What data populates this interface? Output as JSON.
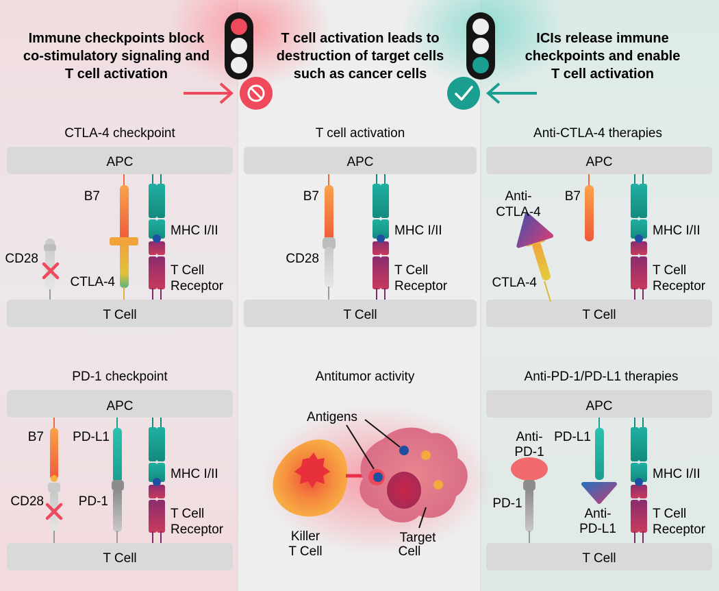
{
  "columns": [
    {
      "heading": [
        "Immune checkpoints block",
        "co-stimulatory signaling and",
        "T cell activation"
      ],
      "panels": [
        {
          "title": "CTLA-4 checkpoint",
          "top_bar": "APC",
          "bottom_bar": "T Cell",
          "labels": {
            "b7": "B7",
            "cd28": "CD28",
            "ctla4": "CTLA-4",
            "mhc": "MHC I/II",
            "tcr": [
              "T Cell",
              "Receptor"
            ]
          }
        },
        {
          "title": "PD-1 checkpoint",
          "top_bar": "APC",
          "bottom_bar": "T Cell",
          "labels": {
            "b7": "B7",
            "pdl1": "PD-L1",
            "cd28": "CD28",
            "pd1": "PD-1",
            "mhc": "MHC I/II",
            "tcr": [
              "T Cell",
              "Receptor"
            ]
          }
        }
      ]
    },
    {
      "heading": [
        "T cell activation leads to",
        "destruction of target cells",
        "such as cancer cells"
      ],
      "panels": [
        {
          "title": "T cell activation",
          "top_bar": "APC",
          "bottom_bar": "T Cell",
          "labels": {
            "b7": "B7",
            "cd28": "CD28",
            "mhc": "MHC I/II",
            "tcr": [
              "T Cell",
              "Receptor"
            ]
          }
        },
        {
          "title": "Antitumor activity",
          "labels": {
            "antigens": "Antigens",
            "killer": [
              "Killer",
              "T Cell"
            ],
            "target": [
              "Target",
              "Cell"
            ]
          }
        }
      ]
    },
    {
      "heading": [
        "ICIs release immune",
        "checkpoints and enable",
        "T cell activation"
      ],
      "panels": [
        {
          "title": "Anti-CTLA-4 therapies",
          "top_bar": "APC",
          "bottom_bar": "T Cell",
          "labels": {
            "anti": [
              "Anti-",
              "CTLA-4"
            ],
            "b7": "B7",
            "ctla4": "CTLA-4",
            "mhc": "MHC I/II",
            "tcr": [
              "T Cell",
              "Receptor"
            ]
          }
        },
        {
          "title": "Anti-PD-1/PD-L1 therapies",
          "top_bar": "APC",
          "bottom_bar": "T Cell",
          "labels": {
            "antipd1": [
              "Anti-",
              "PD-1"
            ],
            "pdl1": "PD-L1",
            "pd1": "PD-1",
            "antipdl1": [
              "Anti-",
              "PD-L1"
            ],
            "mhc": "MHC I/II",
            "tcr": [
              "T Cell",
              "Receptor"
            ]
          }
        }
      ]
    }
  ],
  "icons": {
    "stop": "prohibited-icon",
    "go": "checkmark-icon",
    "light": "traffic-light-icon"
  },
  "colors": {
    "red": "#ef4a5c",
    "teal": "#1a9e8f",
    "orange": "#f07c3a",
    "mhc_teal": "#15988a",
    "receptor_purple": "#7a2a66",
    "grey_bar": "#d9d9d9"
  }
}
